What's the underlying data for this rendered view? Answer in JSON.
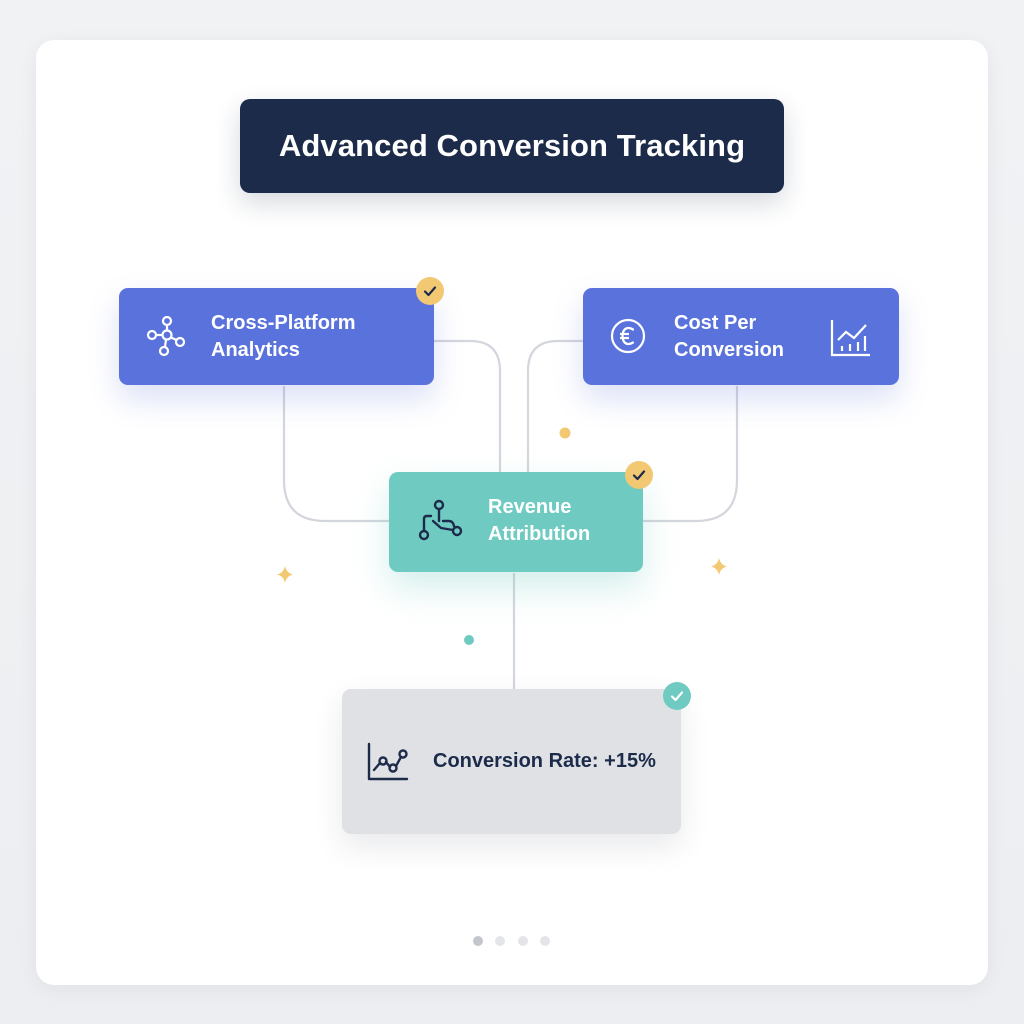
{
  "title": "Advanced Conversion Tracking",
  "nodes": {
    "cross_platform": {
      "line1": "Cross-Platform",
      "line2": "Analytics",
      "icon": "network-nodes-icon",
      "status": "checked",
      "color": "#5a72dc"
    },
    "cost_per_conversion": {
      "line1": "Cost Per",
      "line2": "Conversion",
      "icon": "euro-icon",
      "trailing_icon": "bar-chart-trend-icon",
      "color": "#5a72dc"
    },
    "revenue_attribution": {
      "line1": "Revenue",
      "line2": "Attribution",
      "icon": "route-path-icon",
      "status": "checked",
      "color": "#6fcbc1"
    },
    "conversion_rate": {
      "label": "Conversion Rate: +15%",
      "icon": "line-chart-icon",
      "status": "checked",
      "color": "#dfe1e5"
    }
  },
  "colors": {
    "title_bg": "#1c2b4a",
    "accent_yellow": "#f3c873",
    "accent_teal": "#6fcbc1",
    "connector": "#d3d6dc"
  },
  "pagination": {
    "total": 4,
    "active_index": 0
  }
}
